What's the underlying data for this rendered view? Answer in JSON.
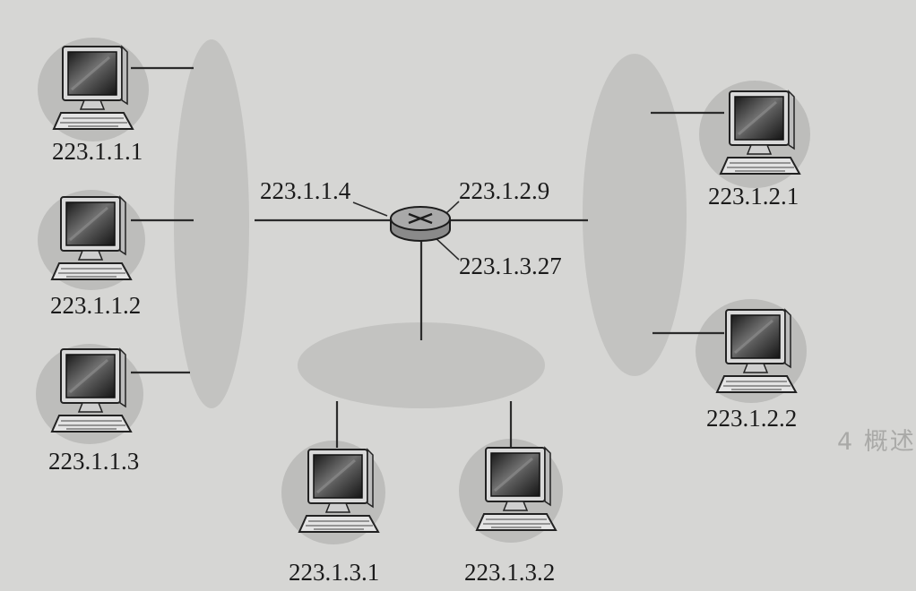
{
  "interfaces": {
    "router_subnet1": "223.1.1.4",
    "router_subnet2": "223.1.2.9",
    "router_subnet3": "223.1.3.27"
  },
  "hosts": {
    "h1": "223.1.1.1",
    "h2": "223.1.1.2",
    "h3": "223.1.1.3",
    "h4": "223.1.2.1",
    "h5": "223.1.2.2",
    "h6": "223.1.3.1",
    "h7": "223.1.3.2"
  },
  "background_text": {
    "heading": "4 概述"
  },
  "colors": {
    "background": "#d6d6d4",
    "subnet_blob": "#c3c3c1",
    "host_glow": "#bdbdbb",
    "line": "#2b2b2b",
    "router": "#8f8f8f"
  }
}
